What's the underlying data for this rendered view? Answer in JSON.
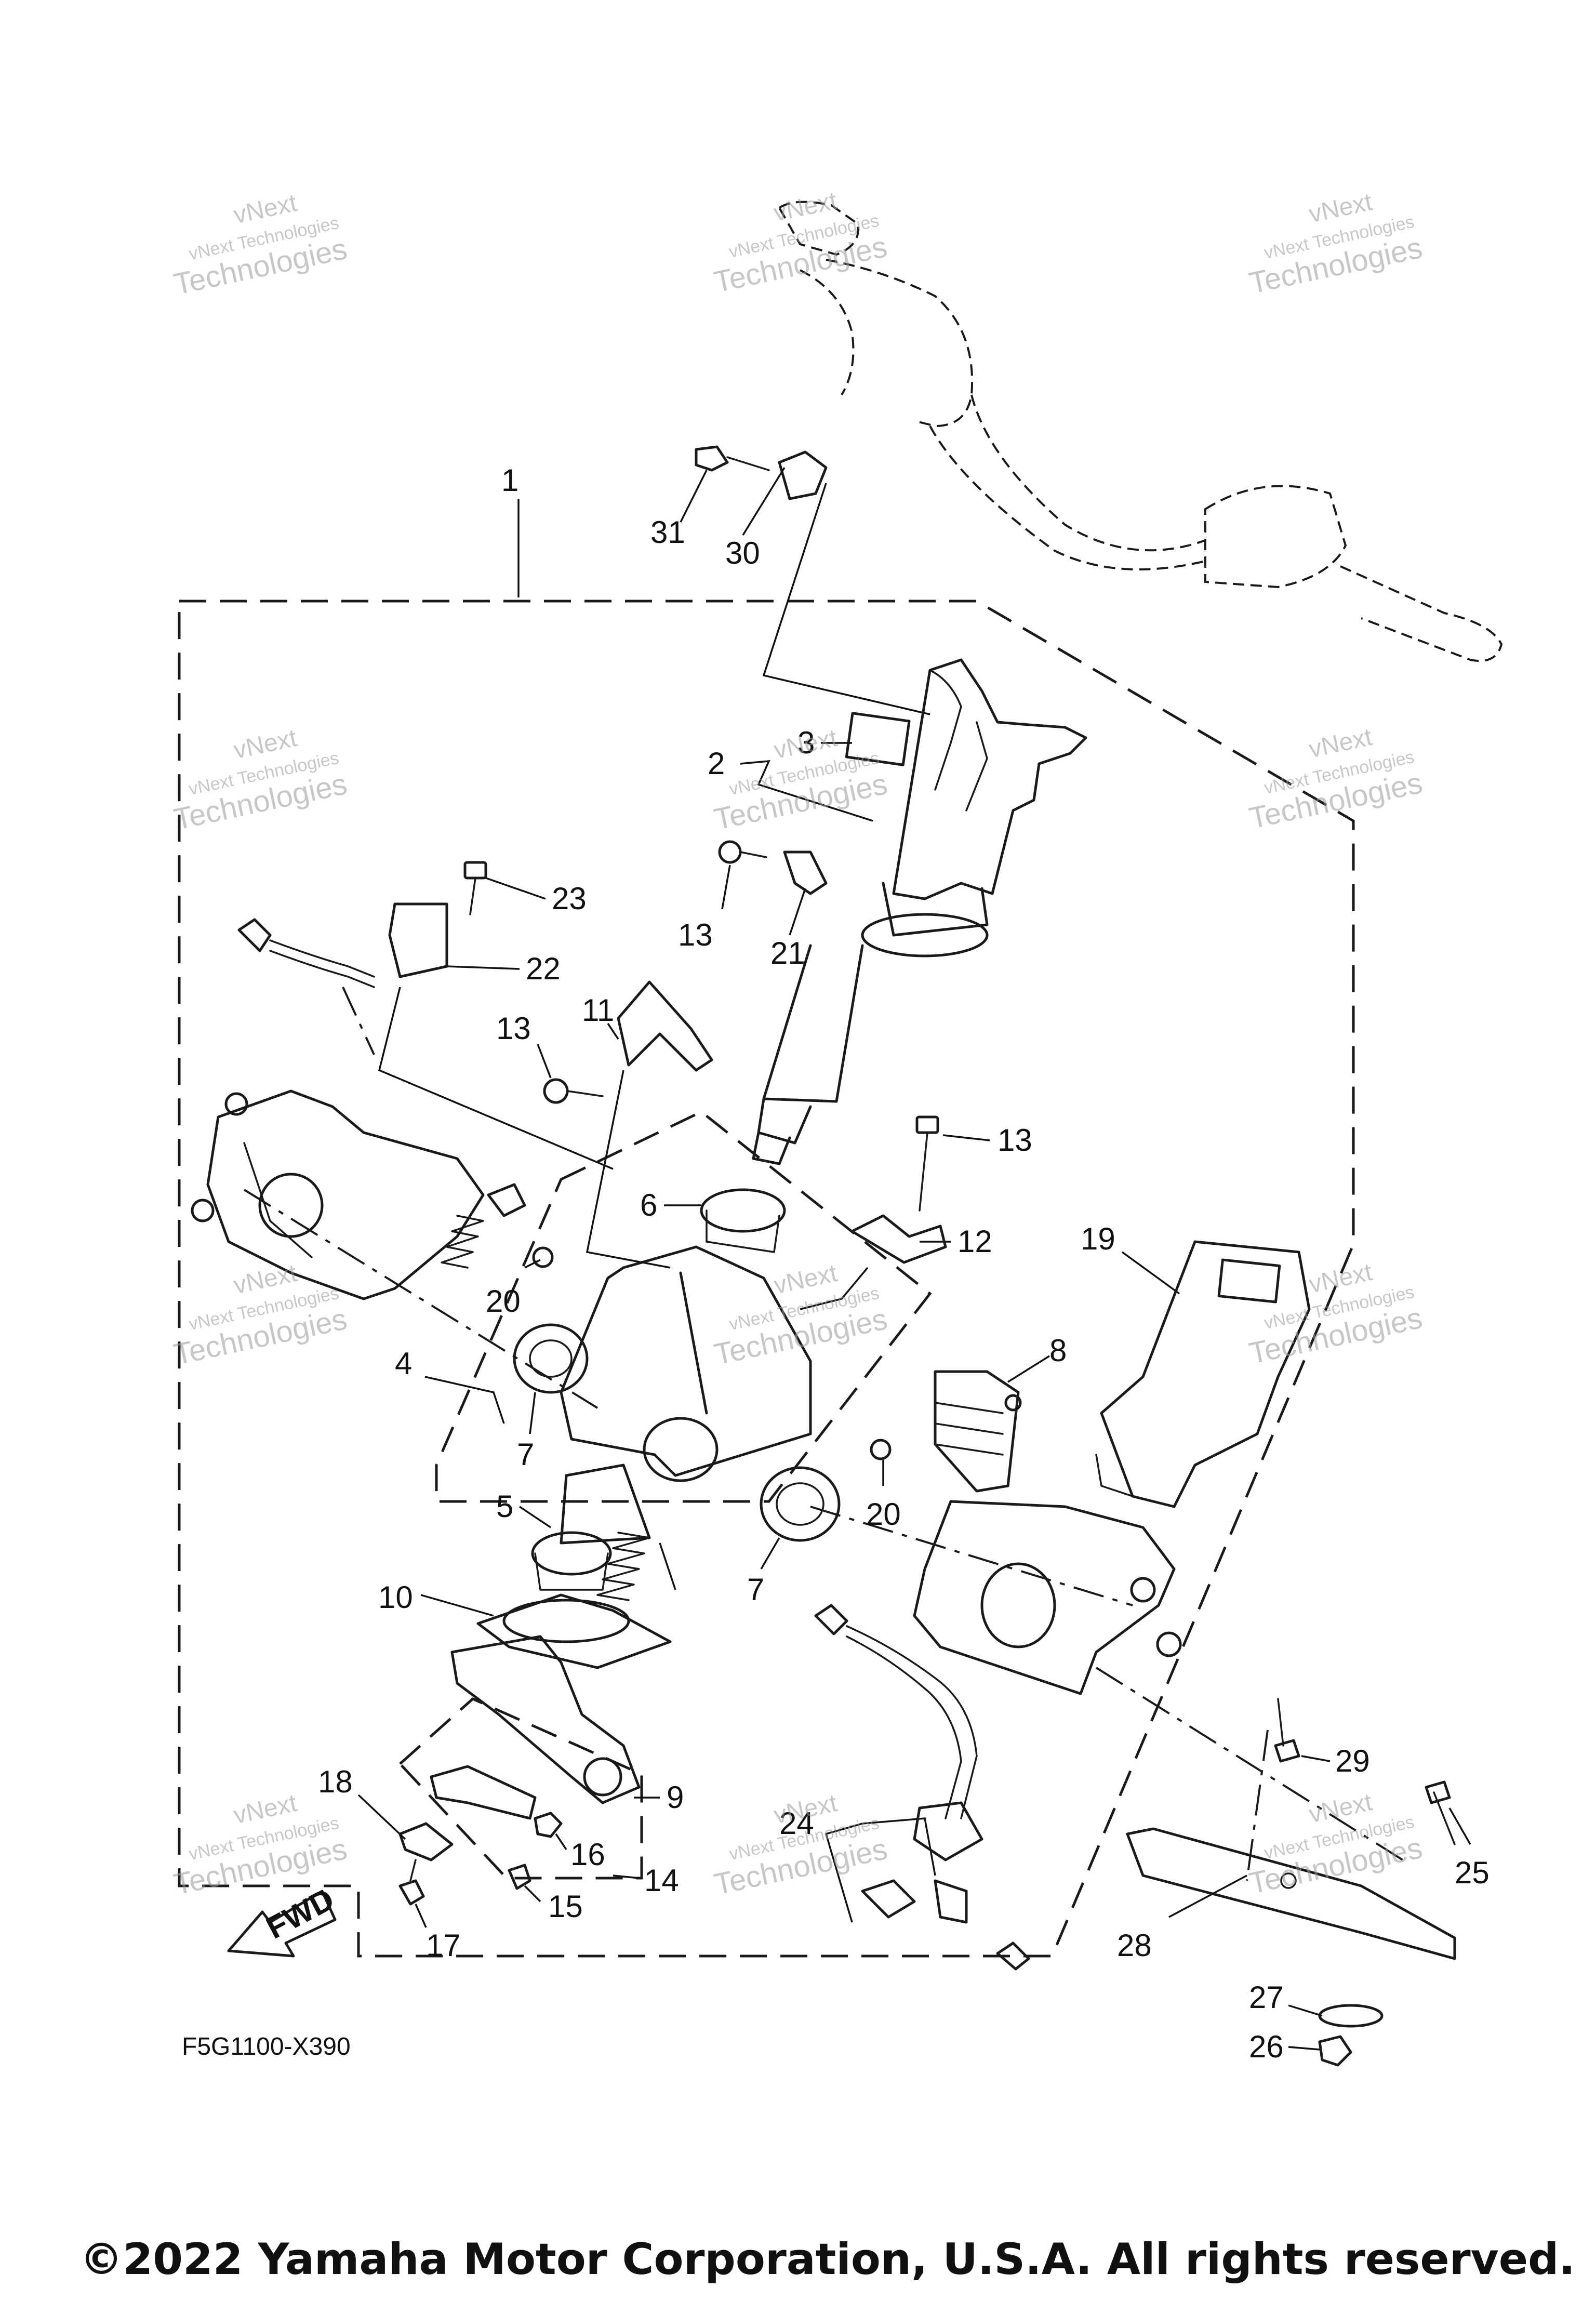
{
  "diagram_code": "F5G1100-X390",
  "fwd_label": "FWD",
  "copyright": "©2022 Yamaha Motor Corporation, U.S.A. All rights reserved.",
  "watermark": {
    "line1": "vNext",
    "line2": "vNext Technologies",
    "line3": "Technologies"
  },
  "callouts": [
    "1",
    "2",
    "3",
    "4",
    "5",
    "6",
    "7",
    "7",
    "8",
    "9",
    "10",
    "11",
    "12",
    "13",
    "13",
    "13",
    "14",
    "15",
    "16",
    "17",
    "18",
    "19",
    "20",
    "20",
    "21",
    "22",
    "23",
    "24",
    "25",
    "26",
    "27",
    "28",
    "29",
    "30",
    "31"
  ]
}
